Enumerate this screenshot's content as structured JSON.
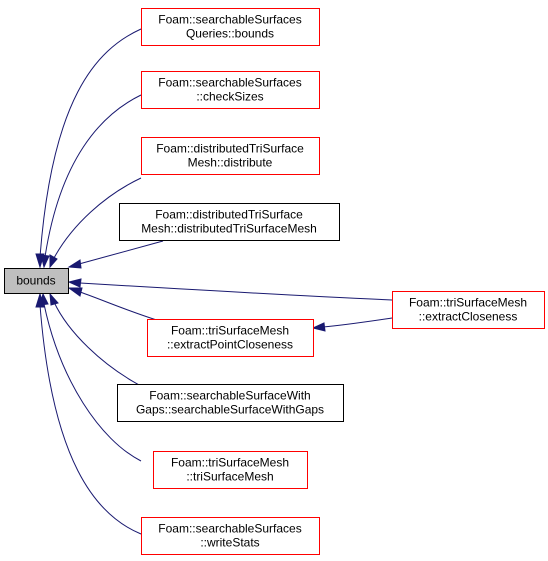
{
  "colors": {
    "edge": "#191970",
    "focus_fill": "#bfbfbf",
    "focus_border": "#000000",
    "border_red": "#ff0000",
    "border_black": "#000000",
    "node_fill": "#ffffff"
  },
  "nodes": {
    "bounds": {
      "lines": [
        "bounds"
      ],
      "border": "black",
      "focus": true
    },
    "queriesBounds": {
      "lines": [
        "Foam::searchableSurfaces",
        "Queries::bounds"
      ],
      "border": "red"
    },
    "checkSizes": {
      "lines": [
        "Foam::searchableSurfaces",
        "::checkSizes"
      ],
      "border": "red"
    },
    "distribute": {
      "lines": [
        "Foam::distributedTriSurface",
        "Mesh::distribute"
      ],
      "border": "red"
    },
    "distributedCtor": {
      "lines": [
        "Foam::distributedTriSurface",
        "Mesh::distributedTriSurfaceMesh"
      ],
      "border": "black"
    },
    "extractPointCloseness": {
      "lines": [
        "Foam::triSurfaceMesh",
        "::extractPointCloseness"
      ],
      "border": "red"
    },
    "searchableWithGaps": {
      "lines": [
        "Foam::searchableSurfaceWith",
        "Gaps::searchableSurfaceWithGaps"
      ],
      "border": "black"
    },
    "triSurfaceMeshCtor": {
      "lines": [
        "Foam::triSurfaceMesh",
        "::triSurfaceMesh"
      ],
      "border": "red"
    },
    "writeStats": {
      "lines": [
        "Foam::searchableSurfaces",
        "::writeStats"
      ],
      "border": "red"
    },
    "extractCloseness": {
      "lines": [
        "Foam::triSurfaceMesh",
        "::extractCloseness"
      ],
      "border": "red"
    }
  }
}
